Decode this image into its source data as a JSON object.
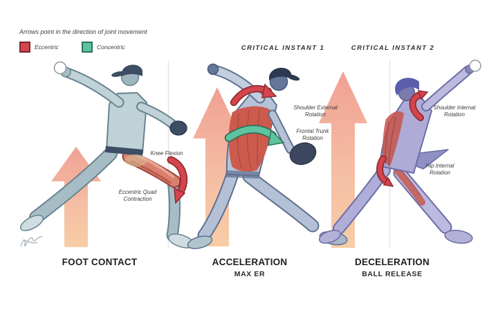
{
  "legend": {
    "note": "Arrows point in the direction of joint movement",
    "items": [
      {
        "label": "Eccentric",
        "color": "#d5454e",
        "border": "#77262b"
      },
      {
        "label": "Concentric",
        "color": "#5ec49f",
        "border": "#2f7058"
      }
    ]
  },
  "panels": [
    {
      "header": "",
      "caption": "FOOT CONTACT",
      "subcaption": "",
      "annotations": [
        "Knee Flexion",
        "Eccentric Quad\nContraction"
      ],
      "icons": [
        "upward-force-arrow",
        "eccentric-rotation-arrow-knee",
        "baseball",
        "glove"
      ]
    },
    {
      "header": "CRITICAL INSTANT 1",
      "caption": "ACCELERATION",
      "subcaption": "MAX ER",
      "annotations": [
        "Shoulder External\nRotation",
        "Frontal Trunk\nRotation"
      ],
      "icons": [
        "upward-force-arrow",
        "eccentric-rotation-arrow-shoulder",
        "concentric-rotation-arrow-trunk",
        "glove"
      ]
    },
    {
      "header": "CRITICAL INSTANT 2",
      "caption": "DECELERATION",
      "subcaption": "BALL RELEASE",
      "annotations": [
        "Shoulder Internal\nRotation",
        "Hip Internal\nRotation"
      ],
      "icons": [
        "upward-force-arrow",
        "eccentric-rotation-arrow-shoulder",
        "eccentric-rotation-arrow-hip",
        "baseball"
      ]
    }
  ],
  "colors": {
    "force_arrow_top": "#f0a093",
    "force_arrow_bottom": "#f7cda6",
    "eccentric_red": "#d5454e",
    "concentric_green": "#5ec49f",
    "figure1_body": "#b4c6cc",
    "figure2_body": "#b6c2d8",
    "figure3_body": "#aeabd7",
    "cap_navy": "#2c3950",
    "background": "#ffffff"
  }
}
